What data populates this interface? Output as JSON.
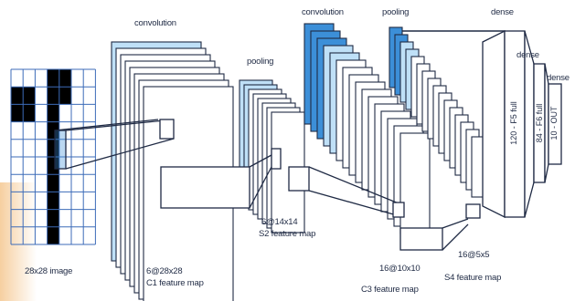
{
  "diagram": {
    "input": {
      "label": "28x28 image"
    },
    "c1": {
      "top_label": "convolution",
      "size_label": "6@28x28",
      "map_label": "C1 feature map"
    },
    "s2": {
      "top_label": "pooling",
      "size_label": "6@14x14",
      "map_label": "S2 feature map"
    },
    "c3": {
      "top_label": "convolution",
      "size_label": "16@10x10",
      "map_label": "C3 feature map"
    },
    "s4": {
      "top_label": "pooling",
      "size_label": "16@5x5",
      "map_label": "S4 feature map"
    },
    "dense1": {
      "top_label": "dense",
      "layer_label": "120 - F5 full"
    },
    "dense2": {
      "top_label": "dense",
      "layer_label": "84 - F6 full"
    },
    "dense3": {
      "top_label": "dense",
      "layer_label": "10 - OUT"
    }
  },
  "colors": {
    "stroke": "#1f2a44",
    "blue": "#3c8fd8",
    "light_blue": "#bfe0f7",
    "cell_black": "#000000",
    "accent_glow": "#f6cfa0"
  }
}
